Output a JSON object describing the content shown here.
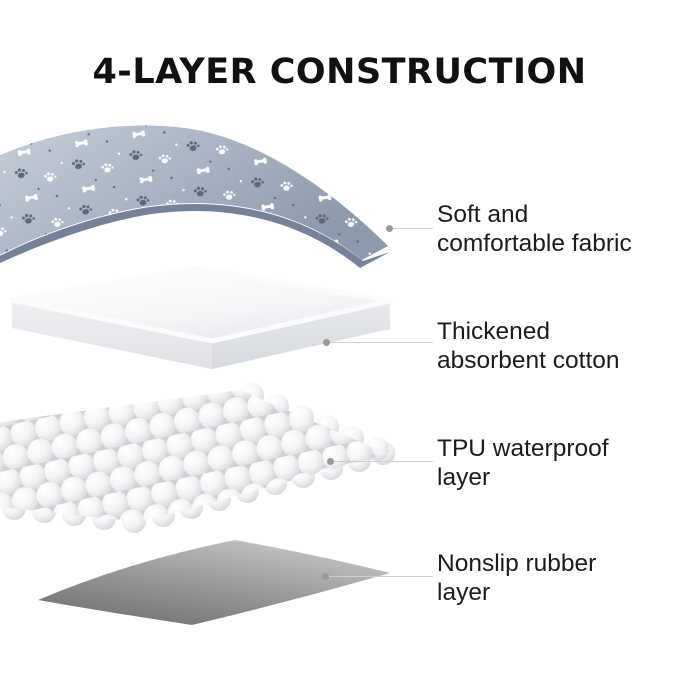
{
  "title": "4-LAYER CONSTRUCTION",
  "callouts": [
    {
      "layer": "soft-fabric",
      "text": "Soft and\ncomfortable fabric"
    },
    {
      "layer": "absorbent-cotton",
      "text": "Thickened\nabsorbent cotton"
    },
    {
      "layer": "tpu-waterproof",
      "text": "TPU waterproof\nlayer"
    },
    {
      "layer": "nonslip-rubber",
      "text": "Nonslip rubber\nlayer"
    }
  ],
  "layers": [
    {
      "name": "patterned-fabric-sheet",
      "base_color": "#a8b2c2"
    },
    {
      "name": "cotton-slab",
      "base_color": "#f4f5f7"
    },
    {
      "name": "tpu-bubble-sheet",
      "base_color": "#e6e6ea"
    },
    {
      "name": "rubber-mat",
      "base_color": "#98989b"
    }
  ],
  "colors": {
    "background": "#ffffff",
    "title_text": "#111111",
    "label_text": "#1c1c1e",
    "connector_line": "#cfcfcf",
    "connector_dot": "#999999"
  }
}
